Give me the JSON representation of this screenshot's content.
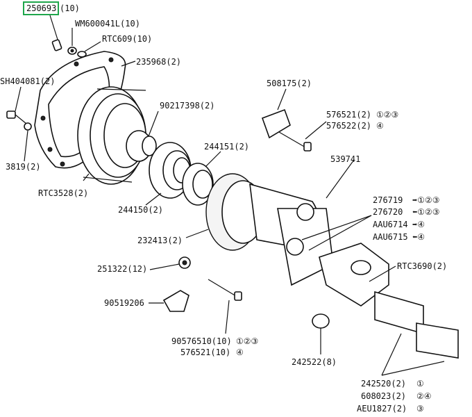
{
  "diagram": {
    "highlight_color": "#1ea64b",
    "labels": {
      "p250693": "250693",
      "p250693_qty": "(10)",
      "wm600041l": "WM600041L(10)",
      "rtc609": "RTC609(10)",
      "p235968": "235968(2)",
      "sh404081": "SH404081(2)",
      "p3819": "3819(2)",
      "rtc3528": "RTC3528(2)",
      "p90217398": "90217398(2)",
      "p244151": "244151(2)",
      "p244150": "244150(2)",
      "p508175": "508175(2)",
      "p576521_a": "576521(2)",
      "p576521_a_ann": "①②③",
      "p576522": "576522(2)",
      "p576522_ann": "④",
      "p539741": "539741",
      "p276719": "276719",
      "p276719_ann": "➡①②③",
      "p276720": "276720",
      "p276720_ann": "⬅①②③",
      "aau6714": "AAU6714",
      "aau6714_ann": "➡④",
      "aau6715": "AAU6715",
      "aau6715_ann": "⬅④",
      "p232413": "232413(2)",
      "p251322": "251322(12)",
      "rtc3690": "RTC3690(2)",
      "p90519206": "90519206",
      "p90576510": "90576510(10)",
      "p90576510_ann": "①②③",
      "p576521_b": "576521(10)",
      "p576521_b_ann": "④",
      "p242522": "242522(8)",
      "p242520": "242520(2)",
      "p242520_ann": "①",
      "p608023": "608023(2)",
      "p608023_ann": "②④",
      "aeu1827": "AEU1827(2)",
      "aeu1827_ann": "③"
    }
  }
}
